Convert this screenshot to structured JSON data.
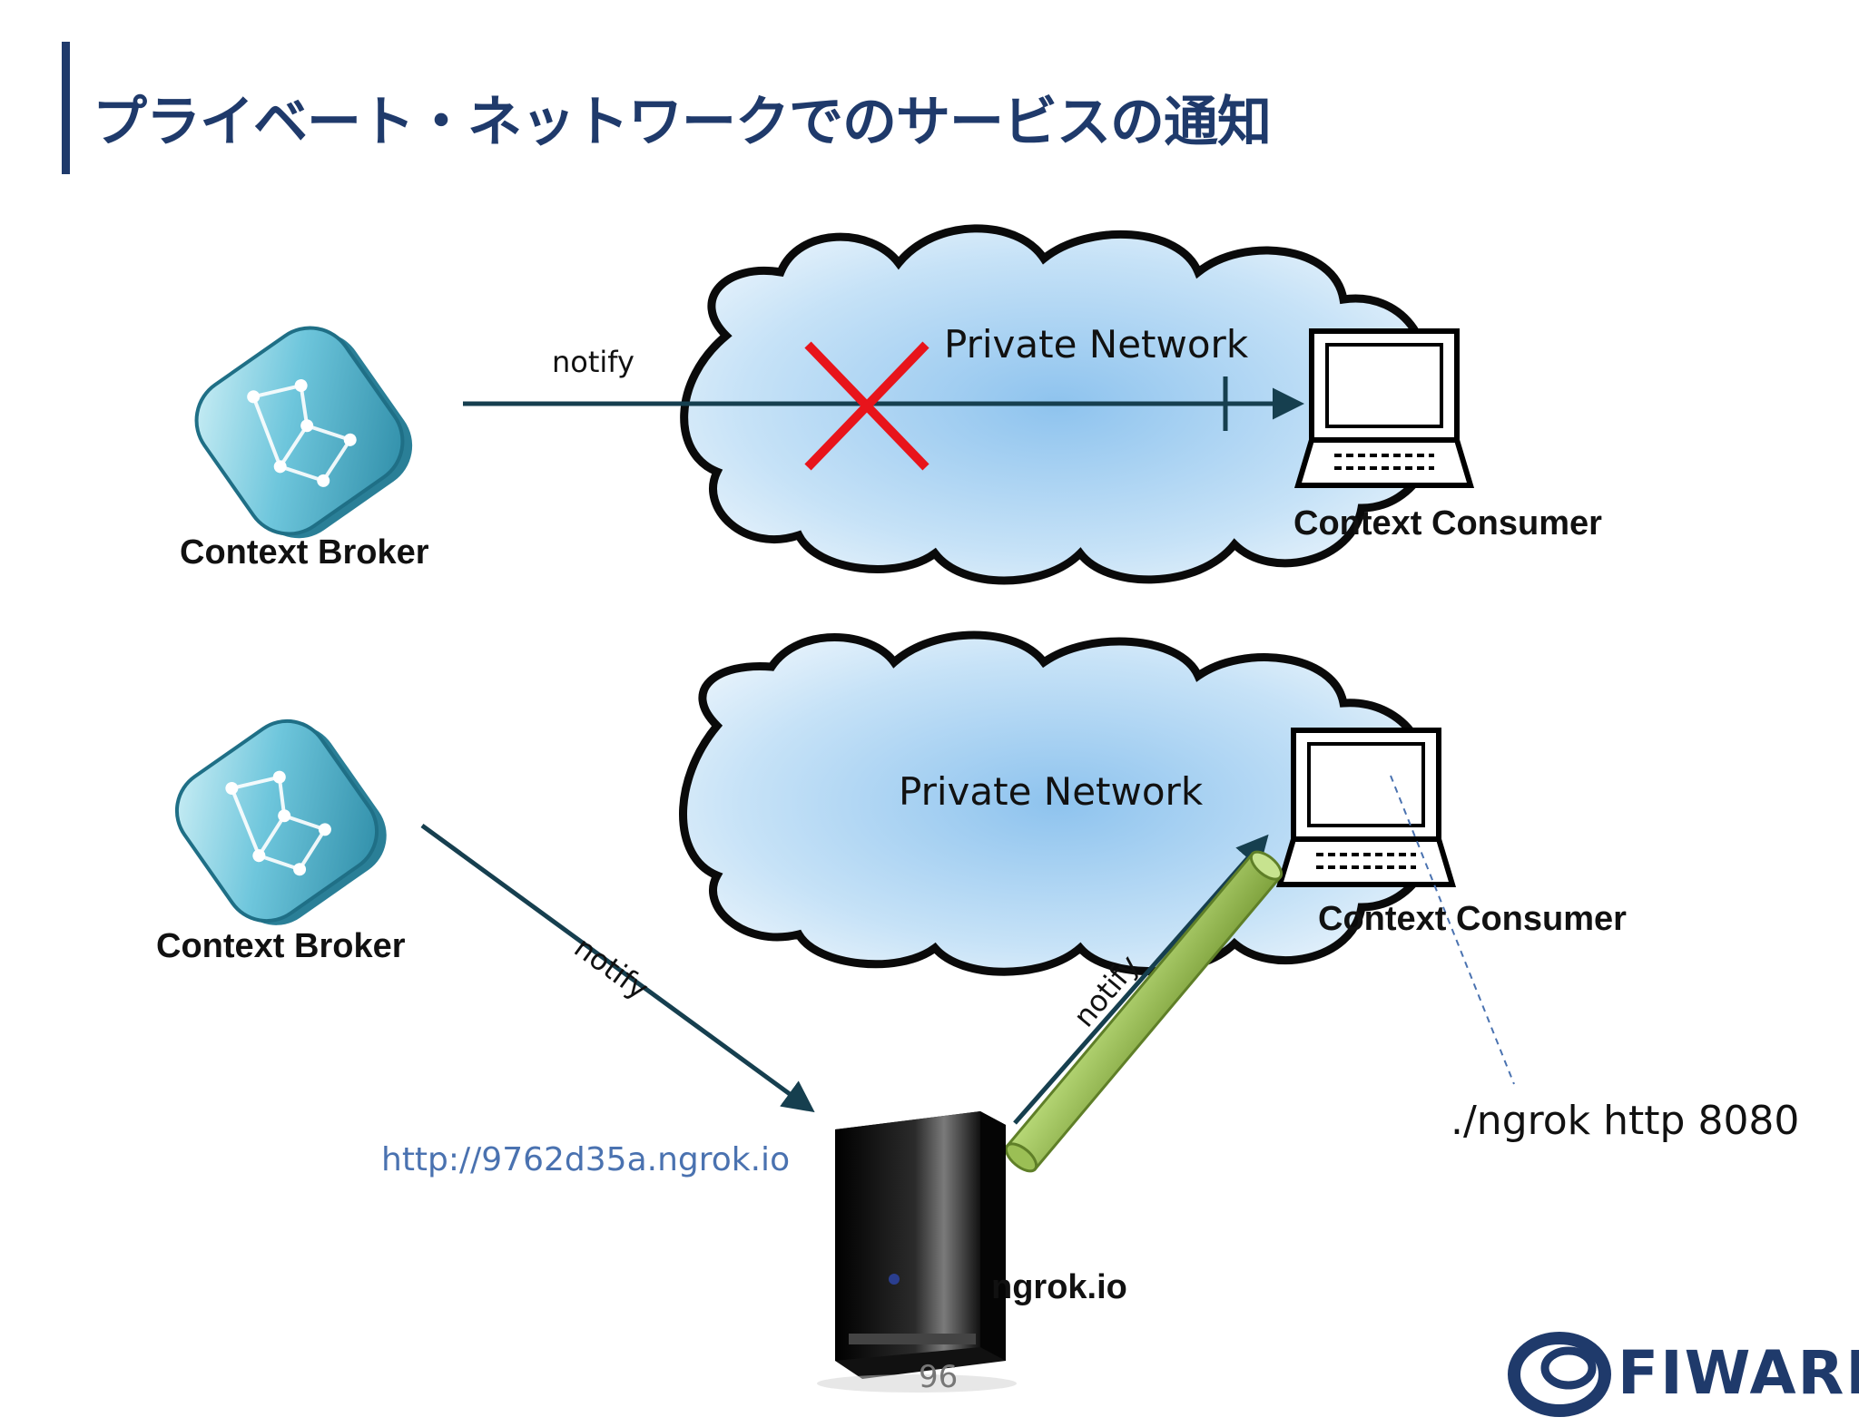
{
  "slide": {
    "title": "プライベート・ネットワークでのサービスの通知",
    "page_number": "96",
    "logo_text": "FIWARE"
  },
  "top_scenario": {
    "broker_label": "Context Broker",
    "network_label": "Private Network",
    "consumer_label": "Context Consumer",
    "notify_label": "notify"
  },
  "bottom_scenario": {
    "broker_label": "Context Broker",
    "network_label": "Private Network",
    "consumer_label": "Context Consumer",
    "notify_label_1": "notify",
    "notify_label_2": "notify",
    "server_label": "ngrok.io",
    "url_label": "http://9762d35a.ngrok.io",
    "command_label": "./ngrok http 8080"
  },
  "colors": {
    "title": "#1f3a6b",
    "arrow": "#163f4f",
    "cross": "#e8141b",
    "url": "#4a72b0",
    "tunnel": "#9bbf55",
    "cloud": "#bcdcf5"
  }
}
